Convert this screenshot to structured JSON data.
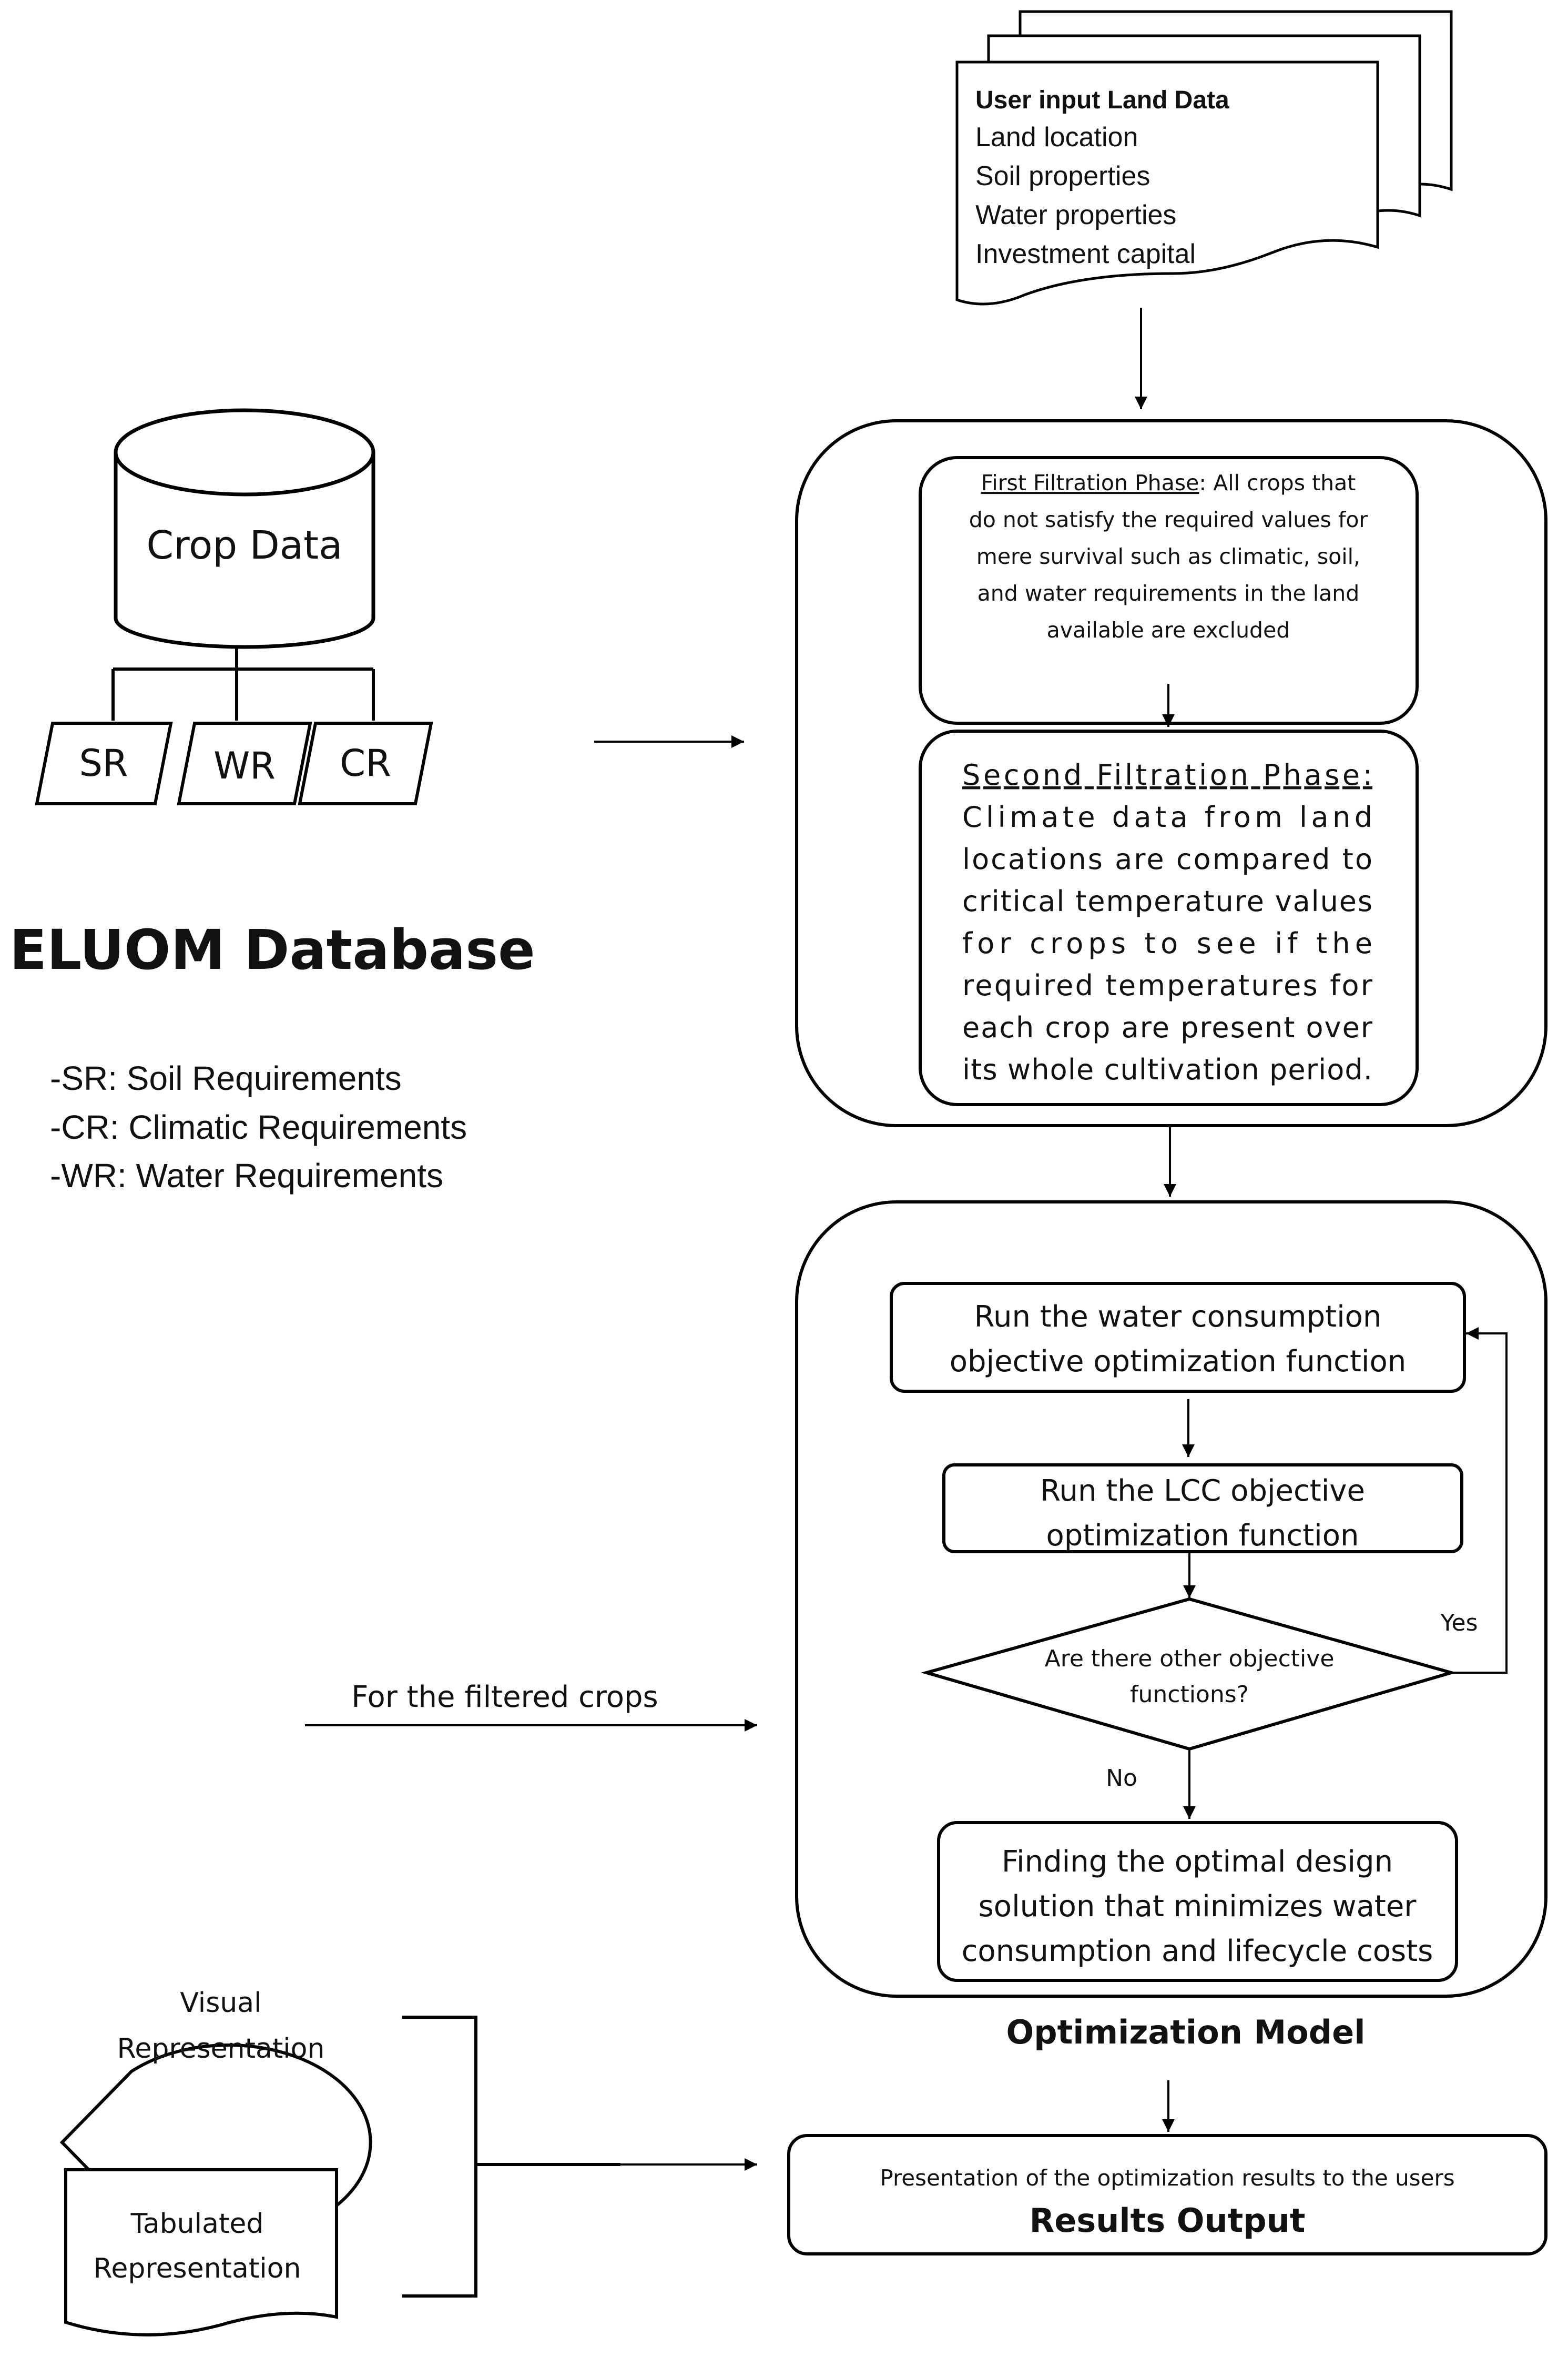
{
  "user_input": {
    "title": "User input Land Data",
    "items": [
      "Land location",
      "Soil properties",
      "Water properties",
      "Investment capital"
    ]
  },
  "crop_db": {
    "cylinder_label": "Crop Data",
    "children": [
      "SR",
      "WR",
      "CR"
    ],
    "title": "ELUOM Database",
    "legend": [
      "-SR: Soil Requirements",
      "-CR: Climatic Requirements",
      "-WR: Water Requirements"
    ]
  },
  "first_phase": {
    "heading": "First Filtration Phase",
    "lines": [
      ":  All crops that",
      "do not satisfy the required values for",
      "mere survival such as climatic, soil,",
      "and water requirements in the land",
      "available are excluded"
    ]
  },
  "second_phase": {
    "heading": "Second Filtration Phase:",
    "lines": [
      "Climate data from land",
      "locations are compared to",
      "critical temperature values",
      "for crops to see if the",
      "required temperatures for",
      "each crop are present over",
      "its whole cultivation period."
    ]
  },
  "optimization": {
    "step1": [
      "Run the water consumption",
      "objective optimization function"
    ],
    "step2": [
      "Run the LCC objective",
      "optimization function"
    ],
    "decision": [
      "Are there other objective",
      "functions?"
    ],
    "yes_label": "Yes",
    "no_label": "No",
    "step3": [
      "Finding the optimal design",
      "solution that minimizes water",
      "consumption and lifecycle costs"
    ],
    "title": "Optimization Model"
  },
  "filtered_label": "For the filtered crops",
  "representations": {
    "visual": [
      "Visual",
      "Representation"
    ],
    "tabulated": [
      "Tabulated",
      "Representation"
    ]
  },
  "results": {
    "line": "Presentation of the optimization results to the users",
    "title": "Results Output"
  }
}
